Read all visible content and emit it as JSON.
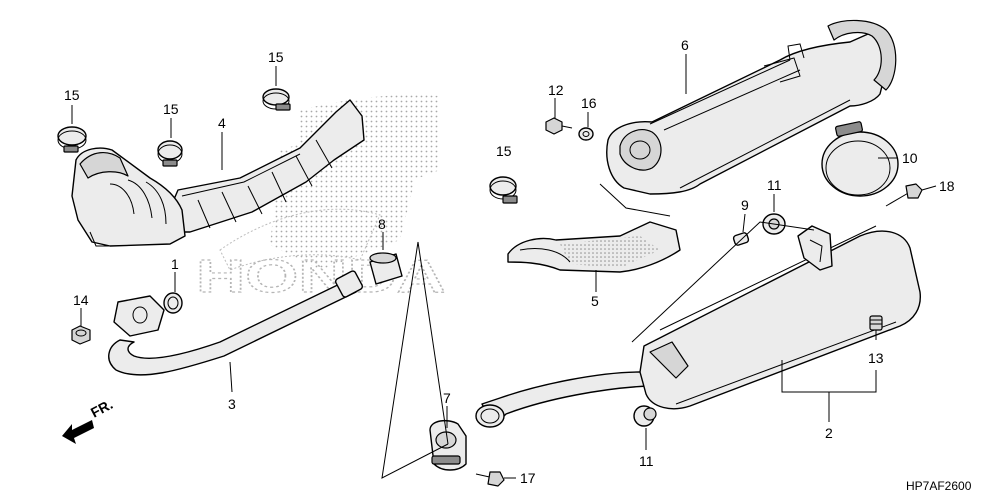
{
  "watermark": {
    "brand": "HONDA"
  },
  "drawing_code": "HP7AF2600",
  "direction": {
    "label": "FR."
  },
  "callouts": [
    {
      "id": "c15a",
      "number": "15"
    },
    {
      "id": "c15b",
      "number": "15"
    },
    {
      "id": "c15c",
      "number": "15"
    },
    {
      "id": "c15d",
      "number": "15"
    },
    {
      "id": "c4",
      "number": "4"
    },
    {
      "id": "c1",
      "number": "1"
    },
    {
      "id": "c14",
      "number": "14"
    },
    {
      "id": "c3",
      "number": "3"
    },
    {
      "id": "c8",
      "number": "8"
    },
    {
      "id": "c7",
      "number": "7"
    },
    {
      "id": "c17",
      "number": "17"
    },
    {
      "id": "c12",
      "number": "12"
    },
    {
      "id": "c16",
      "number": "16"
    },
    {
      "id": "c6",
      "number": "6"
    },
    {
      "id": "c10",
      "number": "10"
    },
    {
      "id": "c5",
      "number": "5"
    },
    {
      "id": "c9",
      "number": "9"
    },
    {
      "id": "c11a",
      "number": "11"
    },
    {
      "id": "c18",
      "number": "18"
    },
    {
      "id": "c13",
      "number": "13"
    },
    {
      "id": "c2",
      "number": "2"
    },
    {
      "id": "c11b",
      "number": "11"
    }
  ]
}
